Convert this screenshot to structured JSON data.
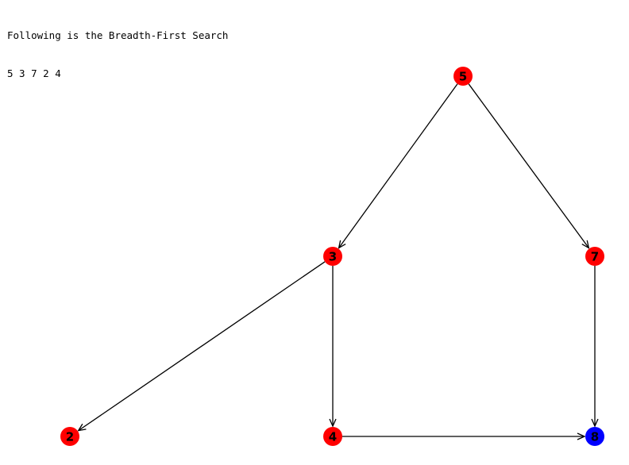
{
  "console": {
    "line1": "Following is the Breadth-First Search",
    "line2": "5 3 7 2 4"
  },
  "graph": {
    "directed": true,
    "nodes": [
      {
        "id": "5",
        "label": "5",
        "color": "#ff0000"
      },
      {
        "id": "3",
        "label": "3",
        "color": "#ff0000"
      },
      {
        "id": "7",
        "label": "7",
        "color": "#ff0000"
      },
      {
        "id": "2",
        "label": "2",
        "color": "#ff0000"
      },
      {
        "id": "4",
        "label": "4",
        "color": "#ff0000"
      },
      {
        "id": "8",
        "label": "8",
        "color": "#0000ff"
      }
    ],
    "edges": [
      {
        "from": "5",
        "to": "3"
      },
      {
        "from": "5",
        "to": "7"
      },
      {
        "from": "3",
        "to": "2"
      },
      {
        "from": "3",
        "to": "4"
      },
      {
        "from": "7",
        "to": "8"
      },
      {
        "from": "4",
        "to": "8"
      }
    ],
    "edge_color": "#000000"
  }
}
